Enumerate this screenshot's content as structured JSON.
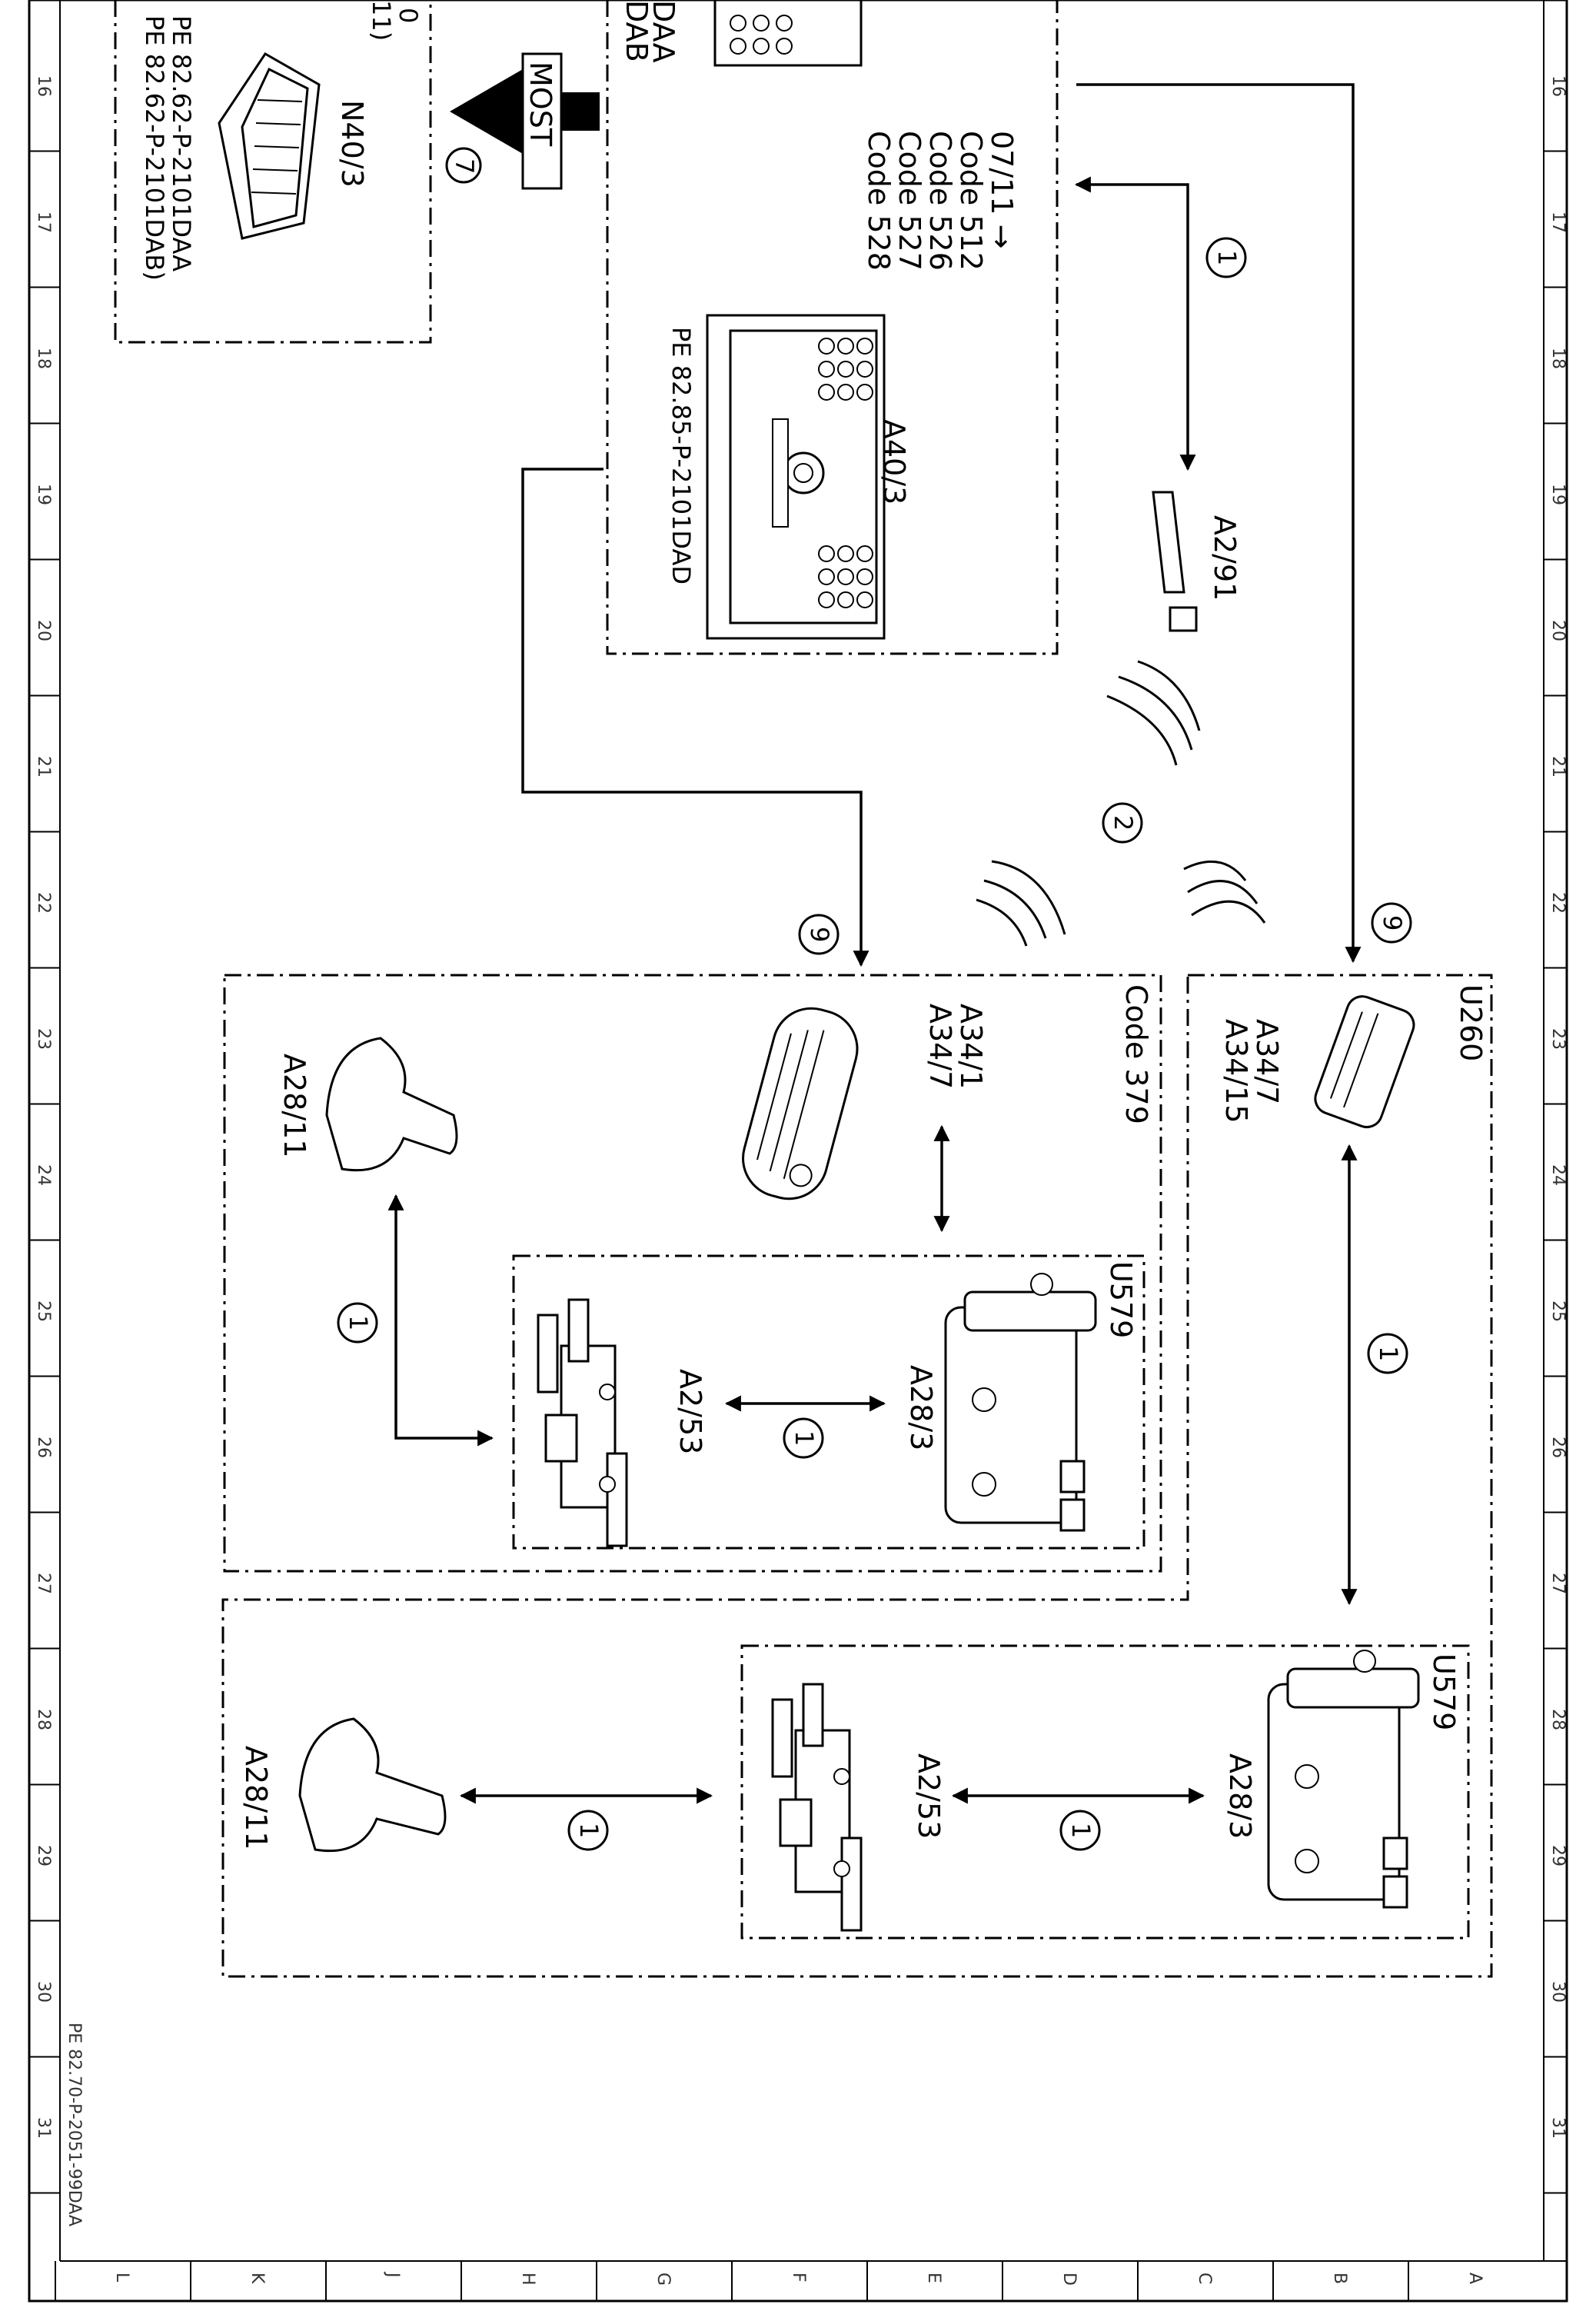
{
  "ruler": {
    "top_numbers": [
      "16",
      "17",
      "18",
      "19",
      "20",
      "21",
      "22",
      "23",
      "24",
      "25",
      "26",
      "27",
      "28",
      "29",
      "30",
      "31"
    ],
    "bottom_letters": [
      "L",
      "K",
      "J",
      "H",
      "G",
      "F",
      "E",
      "D",
      "C",
      "B",
      "A"
    ]
  },
  "doc_ref": "PE 82.70-P-2051-99DAA",
  "most_label": "MOST",
  "n40": {
    "id": "N40/3",
    "ref1": "PE 82.62-P-2101DAA",
    "ref2": "PE 82.62-P-2101DAB)",
    "cut_top1": "0",
    "cut_top2": "11)"
  },
  "a40": {
    "id": "A40/3",
    "ref": "PE 82.85-P-2101DAD",
    "cut_daa": "DAA",
    "cut_dab": "DAB",
    "codes": [
      "07/11 →",
      "Code 512",
      "Code 526",
      "Code 527",
      "Code 528"
    ]
  },
  "a2_91": "A2/91",
  "u260": {
    "title": "U260",
    "keys": [
      "A34/7",
      "A34/15"
    ]
  },
  "code379": {
    "title": "Code 379",
    "keys": [
      "A34/1",
      "A34/7"
    ],
    "u579": "U579",
    "a28_3": "A28/3",
    "a2_53": "A2/53",
    "a28_11": "A28/11"
  },
  "lower": {
    "u579": "U579",
    "a28_3": "A28/3",
    "a2_53": "A2/53",
    "a28_11": "A28/11"
  },
  "markers": {
    "m1": "1",
    "m2": "2",
    "m7": "7",
    "m9": "9"
  }
}
